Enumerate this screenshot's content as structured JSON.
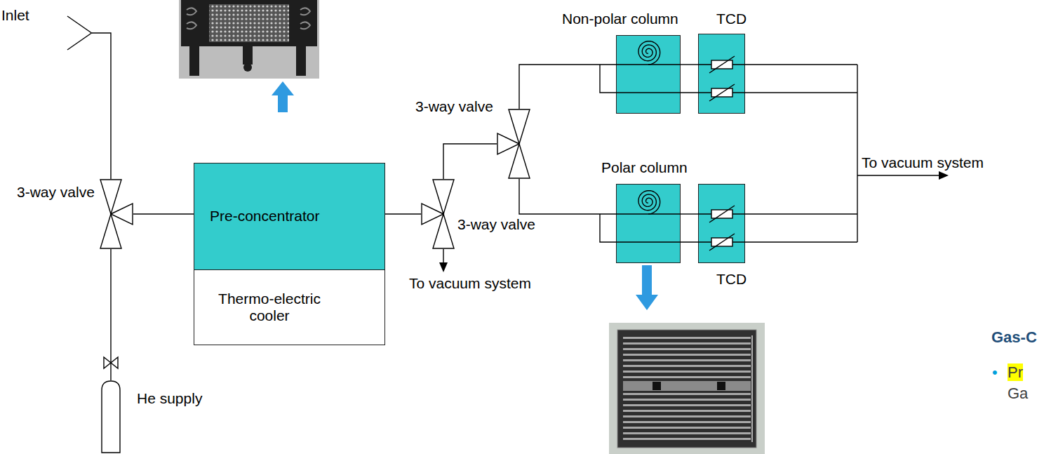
{
  "diagram": {
    "nodes": [
      {
        "text": [
          "Inlet"
        ]
      },
      {
        "text": [
          "3-way valve"
        ]
      },
      {
        "text": [
          "He supply"
        ]
      },
      {
        "text": [
          "Pre-concentrator"
        ]
      },
      {
        "text": [
          "Thermo-electric cooler"
        ]
      },
      {
        "text": [
          "3-way valve"
        ]
      },
      {
        "text": [
          "3-way valve"
        ]
      },
      {
        "text": [
          "Non-polar column"
        ]
      },
      {
        "text": [
          "TCD"
        ]
      },
      {
        "text": [
          "Polar column"
        ]
      },
      {
        "text": [
          "TCD"
        ]
      }
    ],
    "edges": [
      {
        "from": 0,
        "to": 1,
        "arrow": "none"
      },
      {
        "from": 2,
        "to": 1,
        "arrow": "none"
      },
      {
        "from": 1,
        "to": 3,
        "arrow": "none"
      },
      {
        "from": 3,
        "to": 5,
        "arrow": "none"
      },
      {
        "from": 5,
        "to": 6,
        "arrow": "none"
      },
      {
        "from": 6,
        "to": 7,
        "arrow": "none"
      },
      {
        "from": 6,
        "to": 9,
        "arrow": "none"
      },
      {
        "from": 7,
        "to": 8,
        "arrow": "none"
      },
      {
        "from": 9,
        "to": 10,
        "arrow": "none"
      }
    ],
    "labels": [
      "To vacuum system",
      "To vacuum system",
      "Gas-C",
      "•",
      "Pr",
      "Ga"
    ]
  }
}
